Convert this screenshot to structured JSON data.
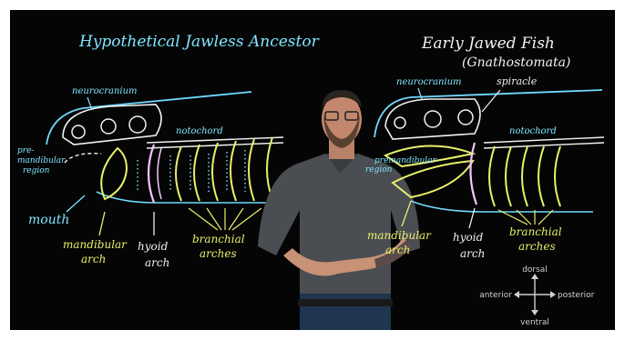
{
  "left_diagram": {
    "title": "Hypothetical Jawless Ancestor",
    "labels": {
      "neurocranium": "neurocranium",
      "notochord": "notochord",
      "premandibular_line1": "pre-",
      "premandibular_line2": "mandibular",
      "premandibular_line3": "region",
      "mouth": "mouth",
      "mandibular_line1": "mandibular",
      "mandibular_line2": "arch",
      "hyoid_line1": "hyoid",
      "hyoid_line2": "arch",
      "branchial_line1": "branchial",
      "branchial_line2": "arches"
    }
  },
  "right_diagram": {
    "title_line1": "Early Jawed Fish",
    "title_line2": "(Gnathostomata)",
    "labels": {
      "neurocranium": "neurocranium",
      "spiracle": "spiracle",
      "notochord": "notochord",
      "premandibular_line1": "premandibular",
      "premandibular_line2": "region",
      "mandibular_line1": "mandibular",
      "mandibular_line2": "arch",
      "hyoid_line1": "hyoid",
      "hyoid_line2": "arch",
      "branchial_line1": "branchial",
      "branchial_line2": "arches"
    }
  },
  "compass": {
    "dorsal": "dorsal",
    "ventral": "ventral",
    "anterior": "anterior",
    "posterior": "posterior"
  },
  "colors": {
    "background": "#050505",
    "cyan": "#7fe6ff",
    "yellow": "#e9f06a",
    "pink": "#f3c6ff",
    "white": "#f2f2f2"
  }
}
